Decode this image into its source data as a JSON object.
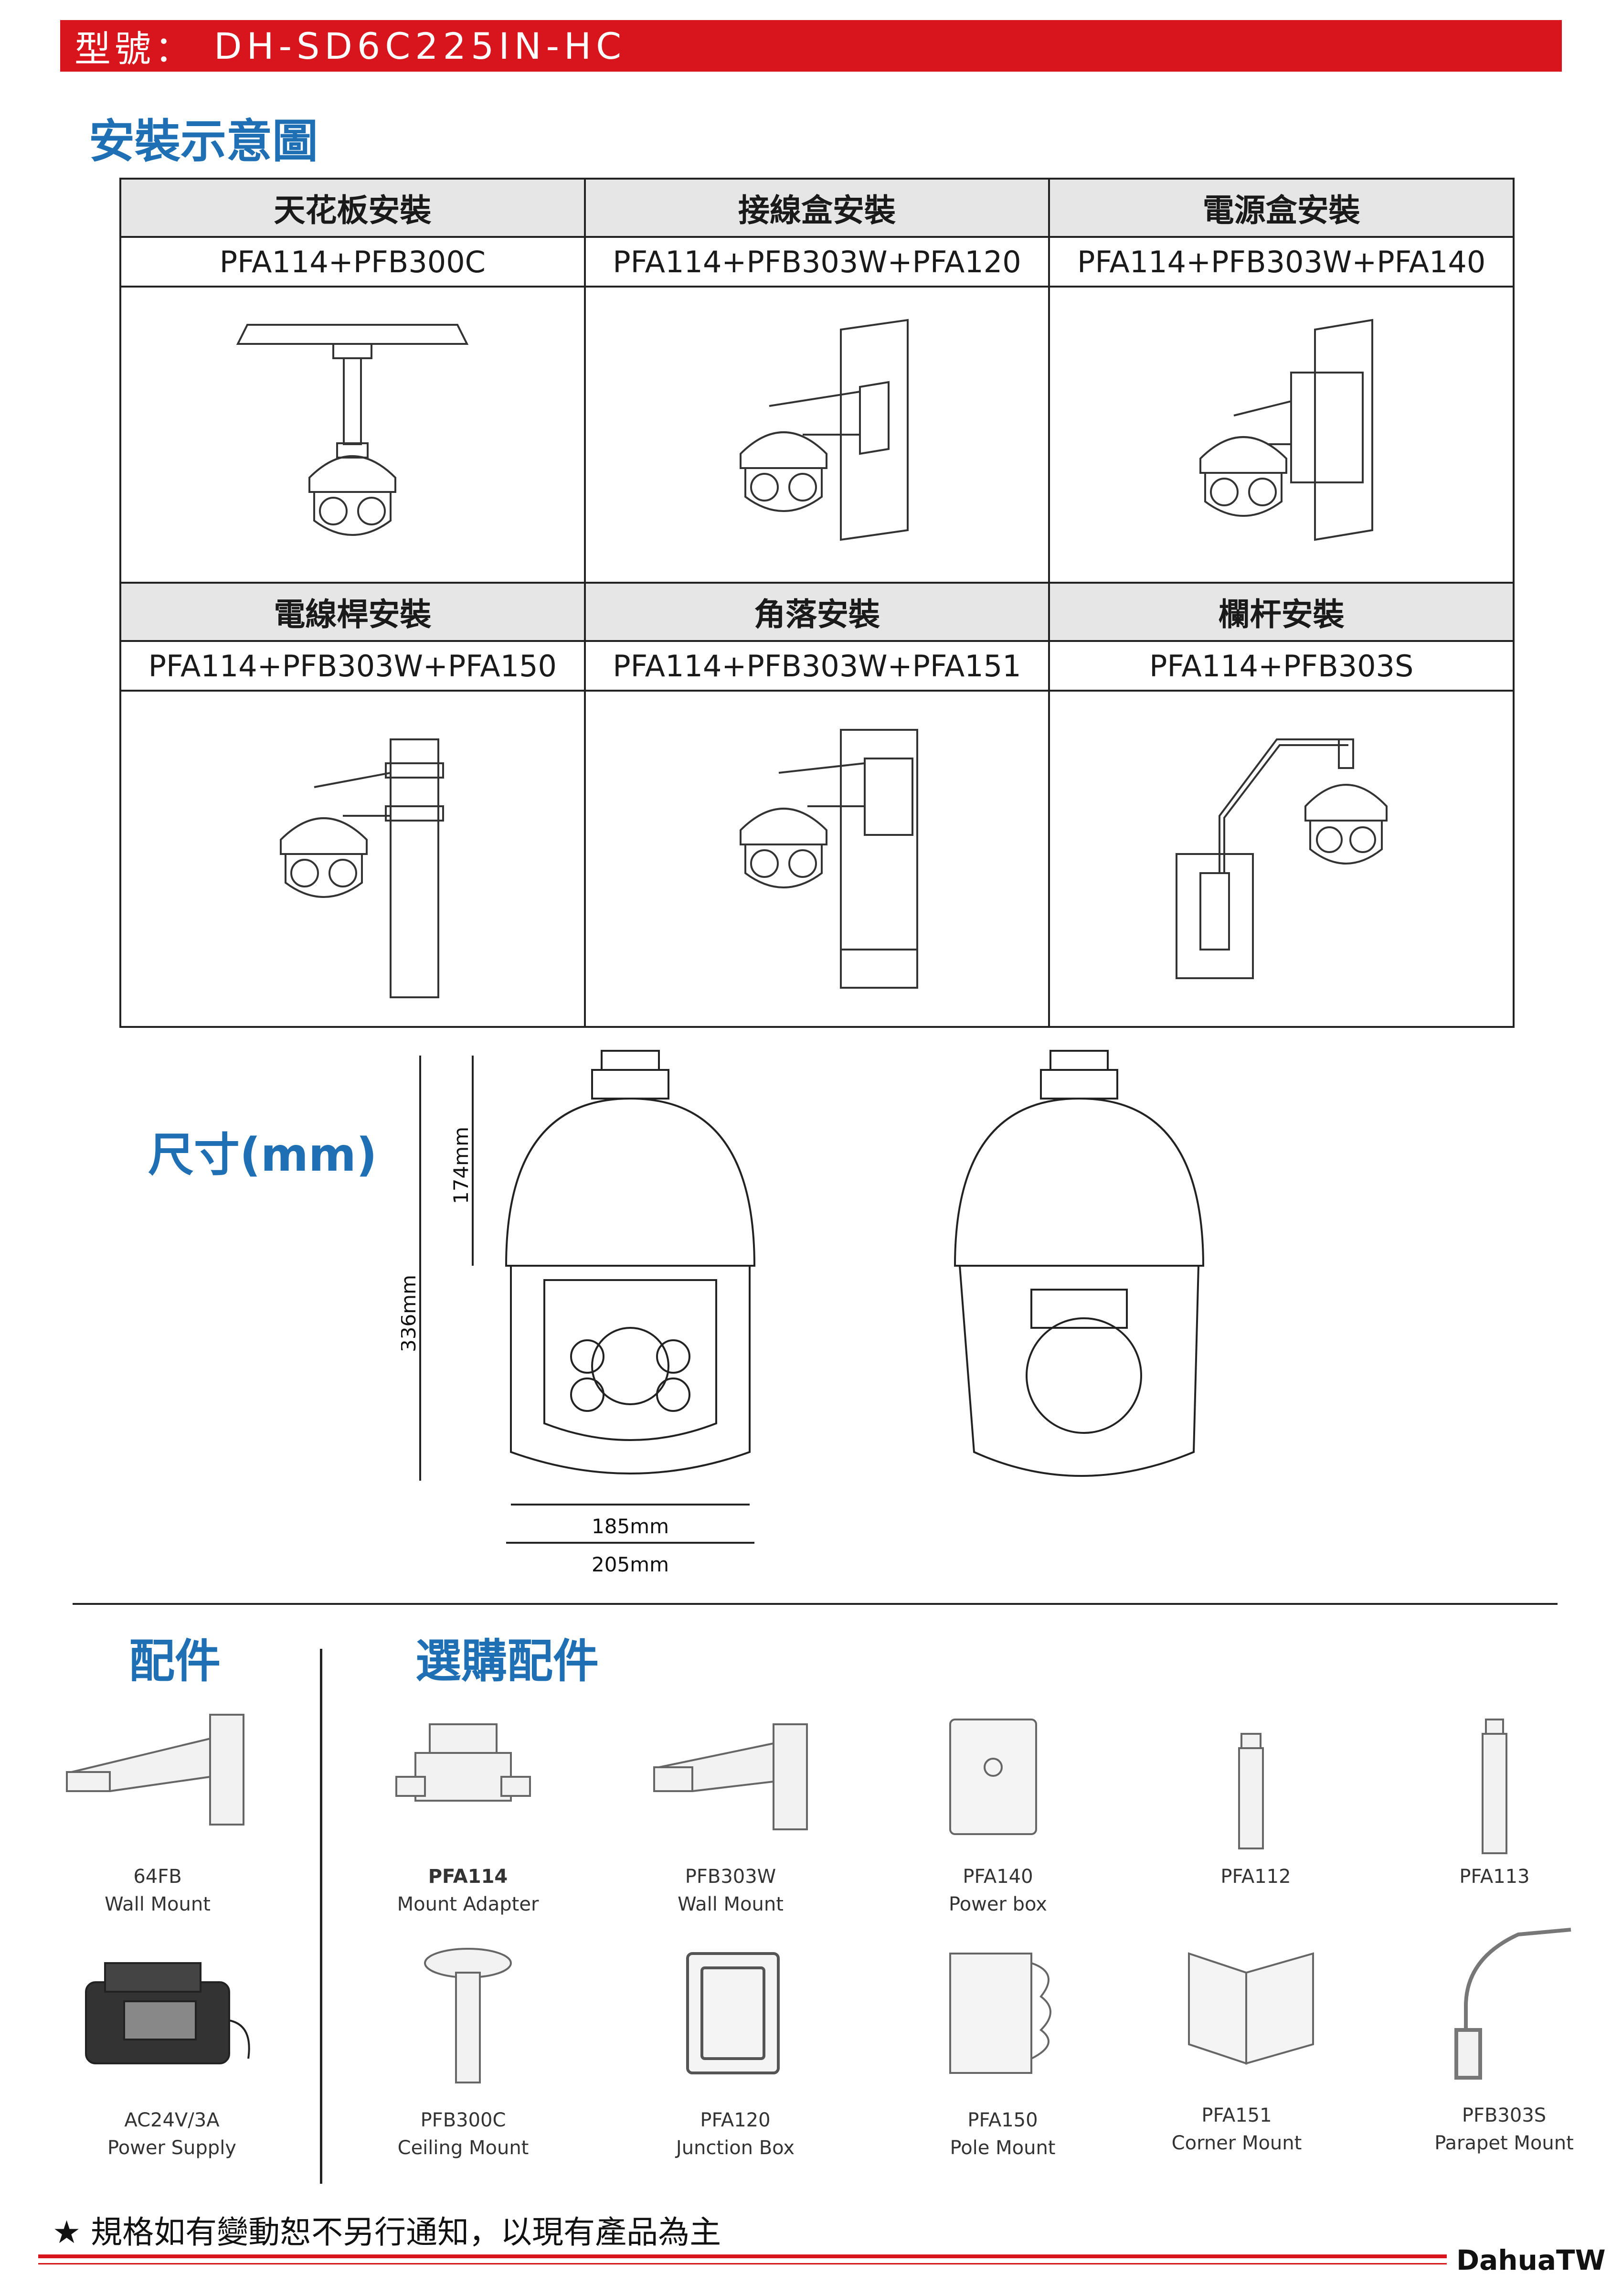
{
  "header": {
    "model_label": "型號：",
    "model_value": "DH-SD6C225IN-HC",
    "accent": "#d8141c"
  },
  "install": {
    "title": "安裝示意圖",
    "rows": [
      {
        "types": [
          "天花板安裝",
          "接線盒安裝",
          "電源盒安裝"
        ],
        "parts": [
          "PFA114+PFB300C",
          "PFA114+PFB303W+PFA120",
          "PFA114+PFB303W+PFA140"
        ]
      },
      {
        "types": [
          "電線桿安裝",
          "角落安裝",
          "欄杆安裝"
        ],
        "parts": [
          "PFA114+PFB303W+PFA150",
          "PFA114+PFB303W+PFA151",
          "PFA114+PFB303S"
        ]
      }
    ]
  },
  "dimensions": {
    "title": "尺寸(mm)",
    "height_total": "336mm",
    "height_dome": "174mm",
    "width_inner": "185mm",
    "width_outer": "205mm"
  },
  "accessories": {
    "title": "配件",
    "items": [
      {
        "code": "64FB",
        "name": "Wall Mount"
      },
      {
        "code": "AC24V/3A",
        "name": "Power Supply"
      }
    ]
  },
  "optional": {
    "title": "選購配件",
    "items": [
      {
        "code": "PFA114",
        "name": "Mount Adapter"
      },
      {
        "code": "PFB303W",
        "name": "Wall Mount"
      },
      {
        "code": "PFA140",
        "name": "Power box"
      },
      {
        "code": "PFA112",
        "name": ""
      },
      {
        "code": "PFA113",
        "name": ""
      },
      {
        "code": "PFB300C",
        "name": "Ceiling Mount"
      },
      {
        "code": "PFA120",
        "name": "Junction Box"
      },
      {
        "code": "PFA150",
        "name": "Pole Mount"
      },
      {
        "code": "PFA151",
        "name": "Corner Mount"
      },
      {
        "code": "PFB303S",
        "name": "Parapet Mount"
      }
    ]
  },
  "footer": {
    "note": "★ 規格如有變動恕不另行通知，以現有產品為主",
    "brand": "DahuaTW"
  }
}
